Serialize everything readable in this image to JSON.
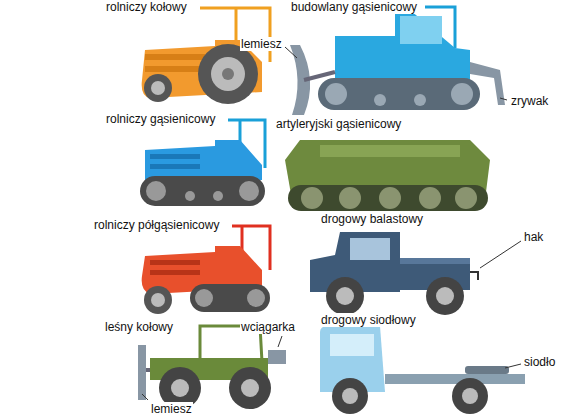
{
  "diagram": {
    "labels": [
      "rolniczy kołowy",
      "budowlany gąsienicowy",
      "lemiesz",
      "zrywak",
      "rolniczy gąsienicowy",
      "artyleryjski gąsienicowy",
      "rolniczy półgąsienicowy",
      "drogowy balastowy",
      "hak",
      "leśny kołowy",
      "wciągarka",
      "drogowy siodłowy",
      "siodło",
      "lemiesz"
    ]
  }
}
